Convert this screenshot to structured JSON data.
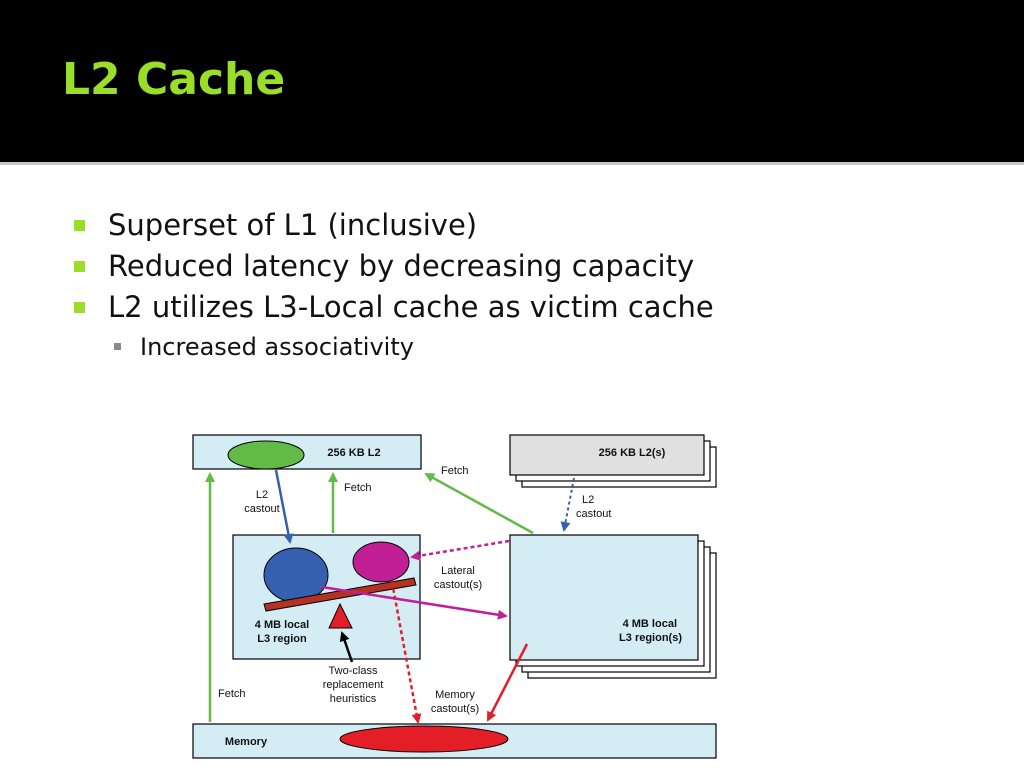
{
  "slide": {
    "title": "L2 Cache",
    "bullets": [
      "Superset of L1 (inclusive)",
      "Reduced latency by decreasing capacity",
      "L2 utilizes L3-Local cache as victim cache"
    ],
    "sub_bullets": [
      "Increased associativity"
    ]
  },
  "diagram": {
    "l2_local": "256 KB L2",
    "l2_remote": "256 KB L2(s)",
    "l3_local": [
      "4 MB local",
      "L3 region"
    ],
    "l3_remote": [
      "4 MB local",
      "L3 region(s)"
    ],
    "memory": "Memory",
    "fetch_memory": "Fetch",
    "fetch_l3": "Fetch",
    "fetch_remote": "Fetch",
    "l2_castout": [
      "L2",
      "castout"
    ],
    "l2_castout_remote": [
      "L2",
      "castout"
    ],
    "lateral_castout": [
      "Lateral",
      "castout(s)"
    ],
    "memory_castout": [
      "Memory",
      "castout(s)"
    ],
    "heuristics": [
      "Two-class",
      "replacement",
      "heuristics"
    ]
  },
  "colors": {
    "title": "#9bde2a",
    "bullet": "#9bde2a",
    "box_fill": "#d4edf5",
    "remote_l2_fill": "#e0e0e0",
    "green": "#62bb46",
    "blue": "#3560b0",
    "magenta": "#c11f96",
    "red": "#e41e26",
    "brown": "#b53222"
  }
}
